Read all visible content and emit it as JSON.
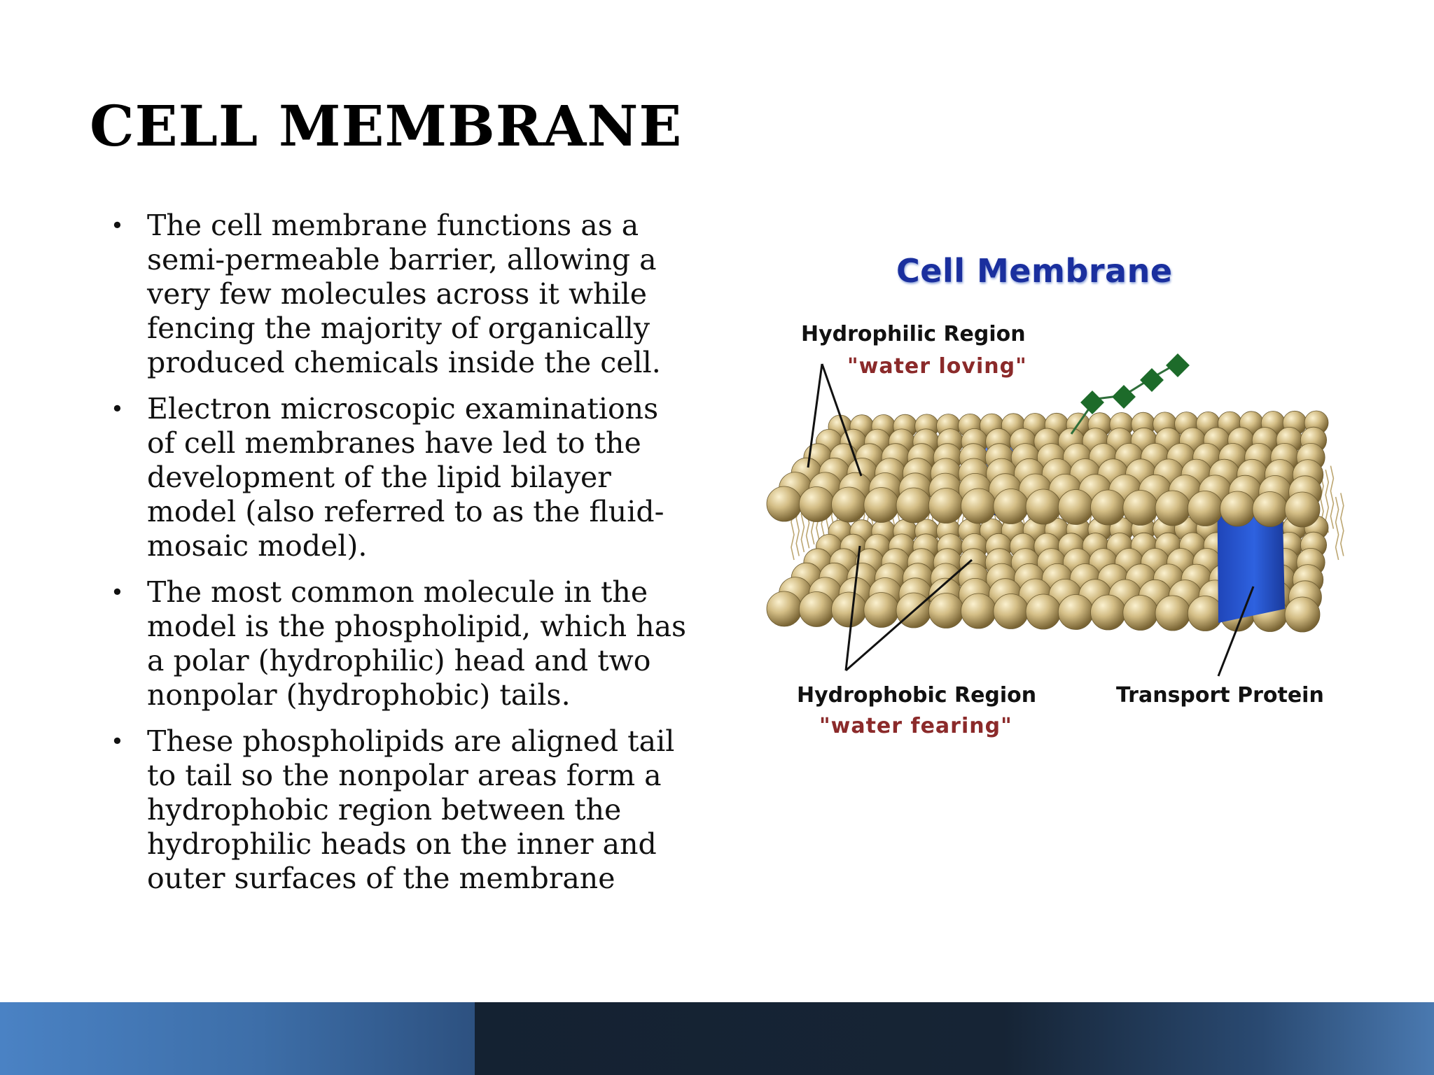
{
  "slide": {
    "title": "CELL MEMBRANE",
    "bullets": [
      "The cell membrane functions as a semi-permeable barrier, allowing a very few molecules across it while fencing the majority of organically produced chemicals inside the cell.",
      "Electron microscopic examinations of cell membranes have led to the development of the lipid bilayer model (also referred to as the fluid-mosaic model).",
      "The most common molecule in the model is the phospholipid, which has a polar (hydrophilic) head and two nonpolar (hydrophobic) tails.",
      "These phospholipids are aligned tail to tail so the nonpolar areas form a hydrophobic region between the hydrophilic heads on the inner and outer surfaces of the membrane"
    ],
    "bullet_symbol": "•"
  },
  "diagram": {
    "title": "Cell Membrane",
    "hydrophilic_label": "Hydrophilic Region",
    "hydrophilic_sub": "\"water loving\"",
    "hydrophobic_label": "Hydrophobic Region",
    "hydrophobic_sub": "\"water fearing\"",
    "transport_label": "Transport Protein",
    "colors": {
      "title": "#1a2f9e",
      "head": "#c9b27a",
      "protein": "#2a55c8",
      "glycan": "#1d6b2a",
      "subtitle_red": "#8b2a2a"
    }
  },
  "footer": {
    "colors": {
      "left": "#4a82c4",
      "right": "#162435"
    }
  }
}
